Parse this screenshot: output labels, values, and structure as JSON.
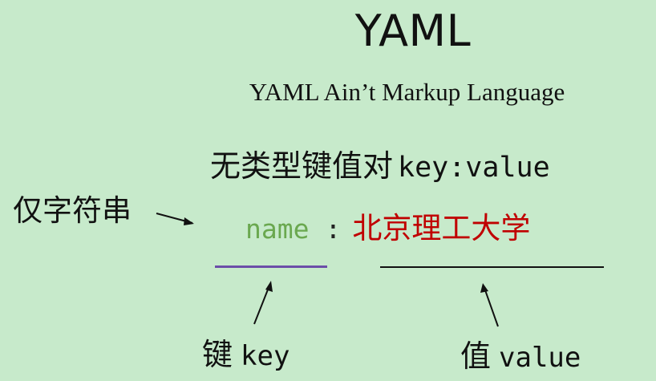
{
  "slide": {
    "title": "YAML",
    "subtitle": "YAML Ain’t Markup Language",
    "untyped_pair": {
      "chinese": "无类型键值对",
      "pattern": "key:value"
    },
    "only_strings_label": "仅字符串",
    "example": {
      "key": "name",
      "separator": ":",
      "value": "北京理工大学"
    },
    "key_label": {
      "chinese": "键",
      "english": "key"
    },
    "value_label": {
      "chinese": "值",
      "english": "value"
    },
    "colors": {
      "background": "#c7eacb",
      "key_text": "#6aa84f",
      "value_text": "#c00000",
      "key_underline": "#6b4ea8",
      "value_underline": "#111111"
    },
    "icons": [
      "arrow-right-down-icon",
      "arrow-up-key-icon",
      "arrow-up-value-icon"
    ]
  }
}
